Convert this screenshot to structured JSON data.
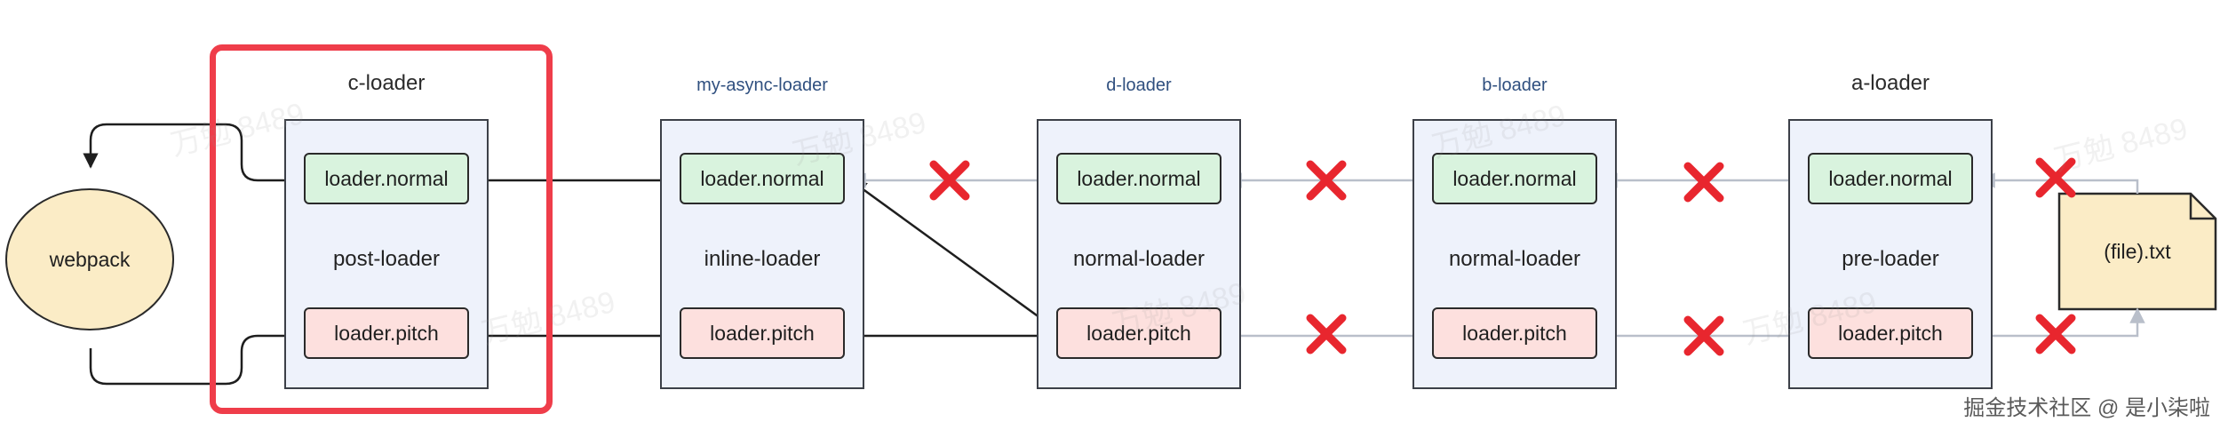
{
  "nodes": {
    "webpack": "webpack",
    "file": "(file).txt"
  },
  "panels": [
    {
      "id": "c",
      "title": "c-loader",
      "kind": "post-loader",
      "normal": "loader.normal",
      "pitch": "loader.pitch"
    },
    {
      "id": "my",
      "title": "my-async-loader",
      "kind": "inline-loader",
      "normal": "loader.normal",
      "pitch": "loader.pitch"
    },
    {
      "id": "d",
      "title": "d-loader",
      "kind": "normal-loader",
      "normal": "loader.normal",
      "pitch": "loader.pitch"
    },
    {
      "id": "b",
      "title": "b-loader",
      "kind": "normal-loader",
      "normal": "loader.normal",
      "pitch": "loader.pitch"
    },
    {
      "id": "a",
      "title": "a-loader",
      "kind": "pre-loader",
      "normal": "loader.normal",
      "pitch": "loader.pitch"
    }
  ],
  "watermark": "万勉 8489",
  "footer": "掘金技术社区 @ 是小柒啦",
  "colors": {
    "panel_bg": "#eef2fb",
    "normal_bg": "#d9f3de",
    "pitch_bg": "#fde0de",
    "webpack_bg": "#fbecc6",
    "file_bg": "#fbecc6",
    "highlight": "#ef3d4a",
    "cross": "#e8262e",
    "inactive_arrow": "#b9bfca",
    "active_arrow": "#1e1e1e"
  }
}
